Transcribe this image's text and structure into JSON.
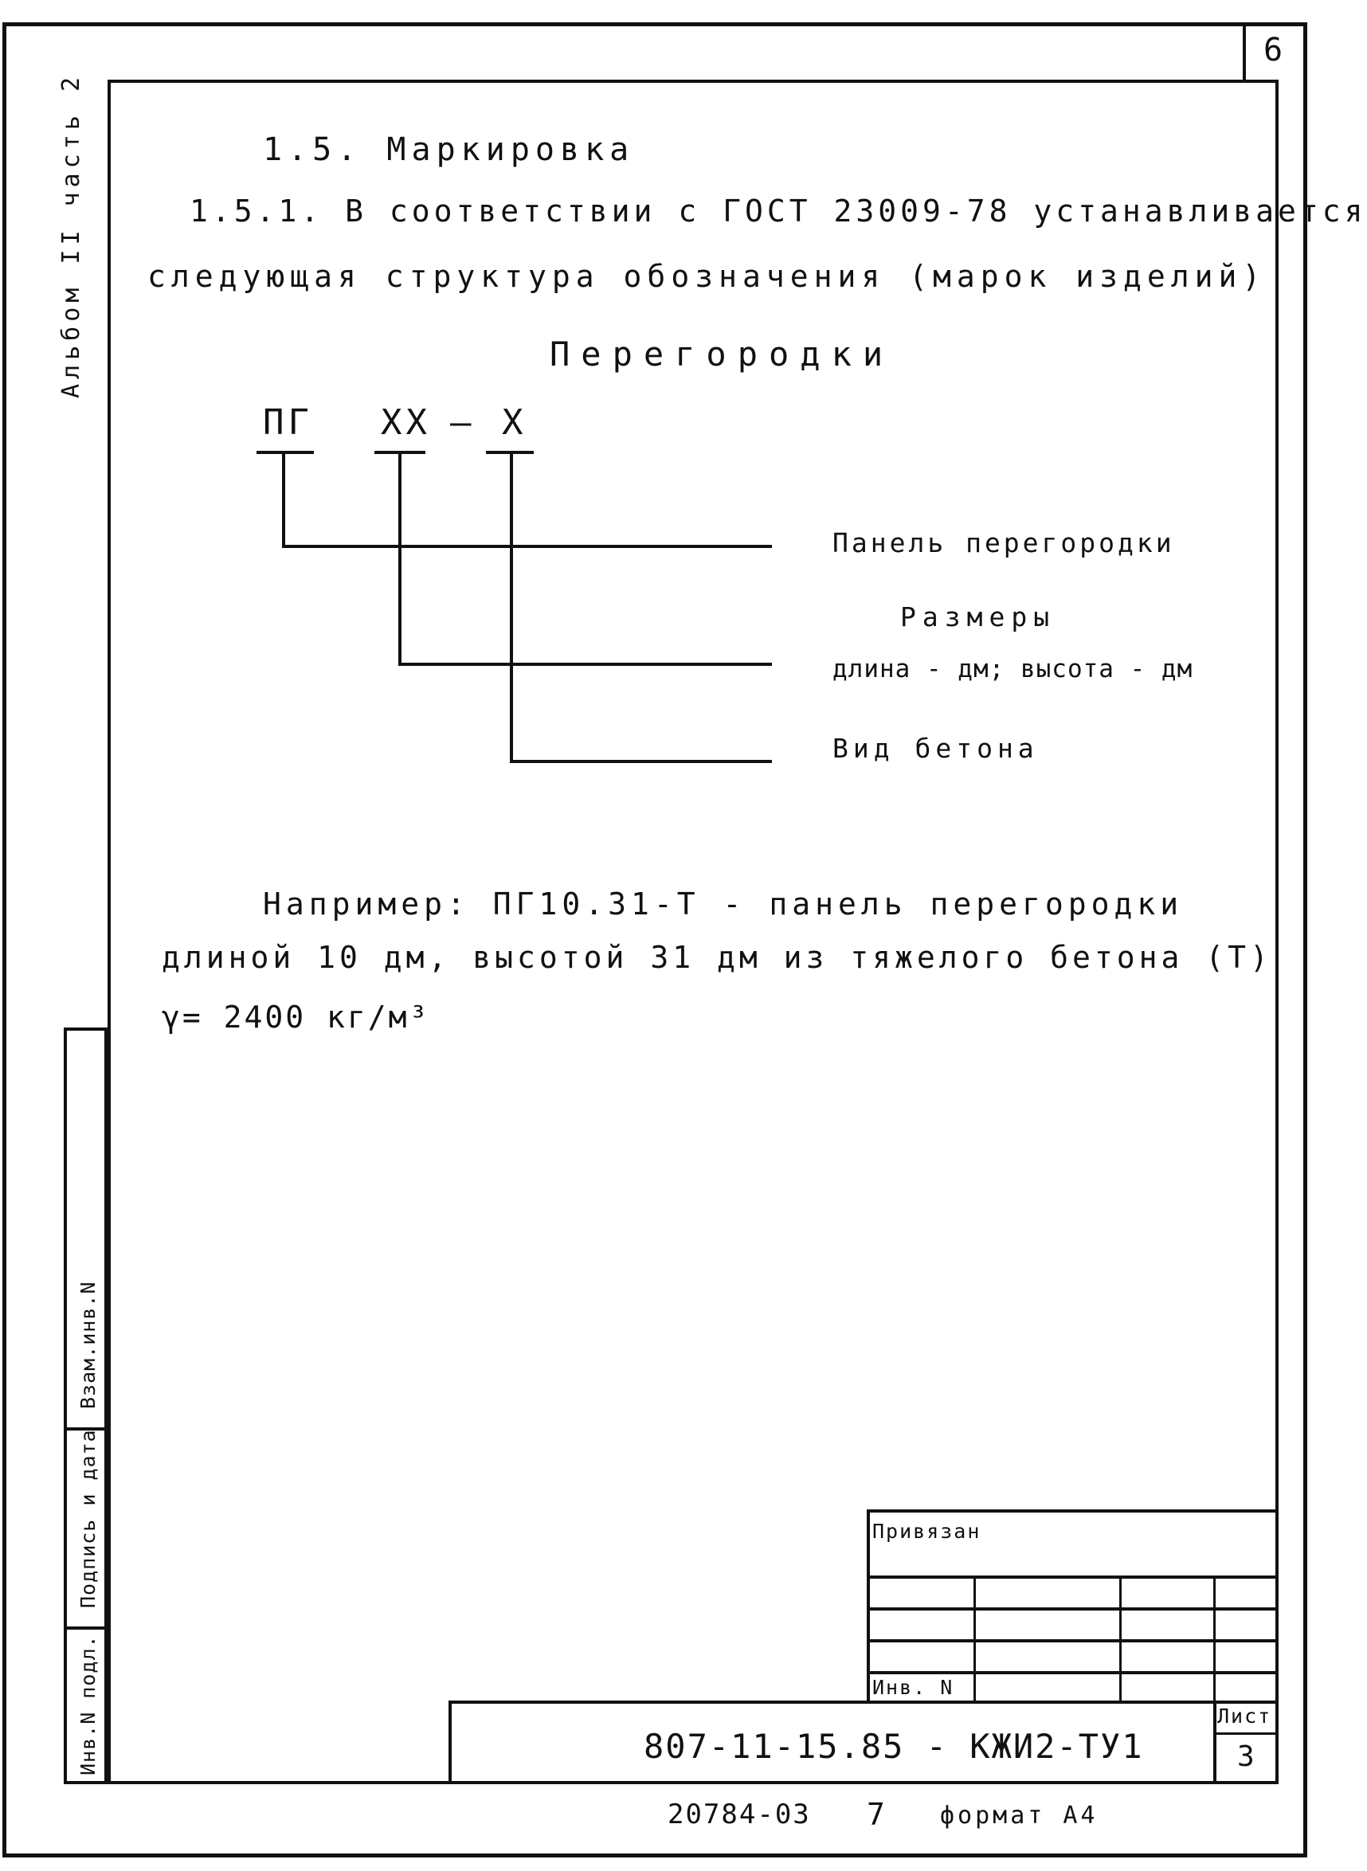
{
  "sheet_corner_number": "6",
  "side_label_album": "Альбом II часть 2",
  "side_labels": {
    "inv_exchange": "Взам.инв.N",
    "signature_date": "Подпись и дата",
    "inv_original": "Инв.N подл."
  },
  "section_title": "1.5. Маркировка",
  "paragraph": {
    "line1": "1.5.1. В соответствии с ГОСТ 23009-78 устанавливается",
    "line2": "следующая структура обозначения (марок изделий)"
  },
  "diagram_title": "Перегородки",
  "code_parts": {
    "prefix": "ПГ",
    "size": "XX",
    "dash": "–",
    "concrete": "X"
  },
  "legend": {
    "panel": "Панель перегородки",
    "sizes_title": "Размеры",
    "sizes_detail": "длина - дм; высота - дм",
    "concrete_type": "Вид бетона"
  },
  "example": {
    "line1": "Например:  ПГ10.31-Т - панель перегородки",
    "line2": "длиной 10 дм, высотой 31 дм из тяжелого бетона (Т)",
    "line3": "γ= 2400 кг/м³"
  },
  "title_block": {
    "attached_label": "Привязан",
    "inv_label": "Инв. N",
    "sheet_label": "Лист",
    "sheet_number": "3",
    "document_code": "807-11-15.85 - КЖИ2-ТУ1"
  },
  "footer": {
    "archive_number": "20784-03",
    "page": "7",
    "format": "формат А4"
  }
}
